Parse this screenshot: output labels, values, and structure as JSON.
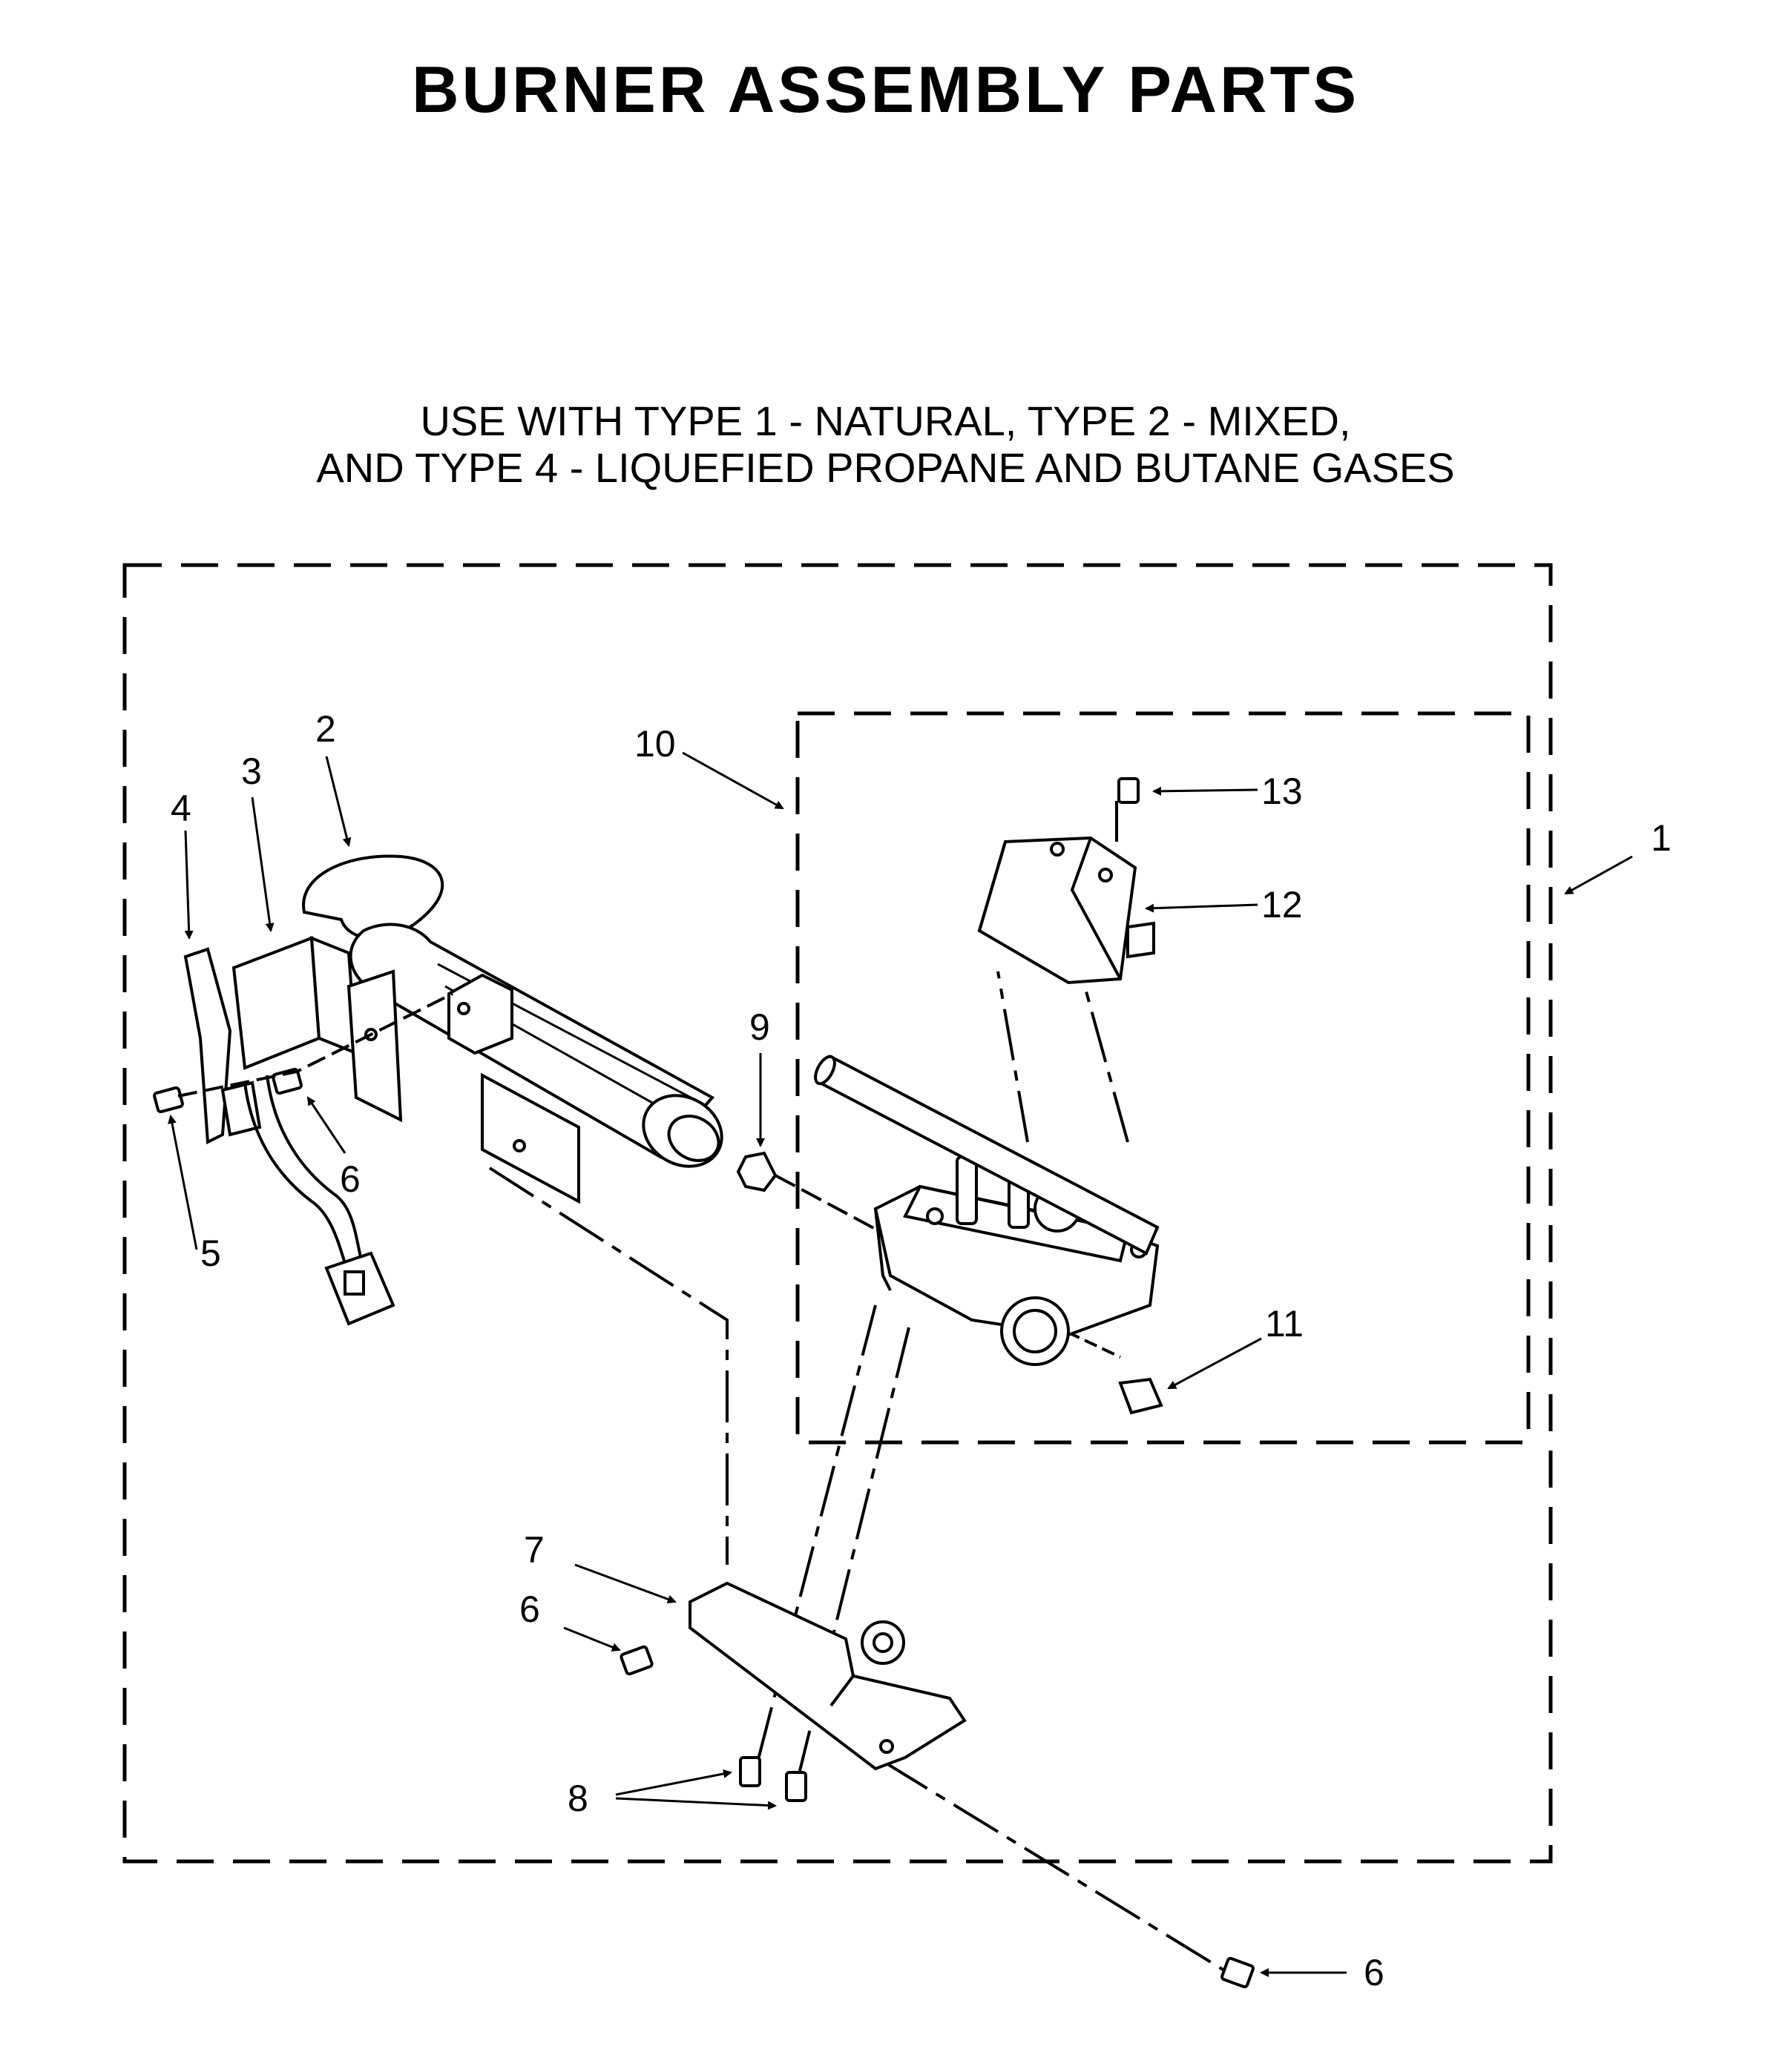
{
  "title": "BURNER ASSEMBLY PARTS",
  "subtitle": {
    "line1": "USE WITH TYPE 1 - NATURAL, TYPE 2 - MIXED,",
    "line2": "AND TYPE 4 - LIQUEFIED PROPANE AND BUTANE GASES"
  },
  "callouts": {
    "c1": "1",
    "c2": "2",
    "c3": "3",
    "c4": "4",
    "c5": "5",
    "c6a": "6",
    "c6b": "6",
    "c6c": "6",
    "c7": "7",
    "c8": "8",
    "c9": "9",
    "c10": "10",
    "c11": "11",
    "c12": "12",
    "c13": "13"
  }
}
